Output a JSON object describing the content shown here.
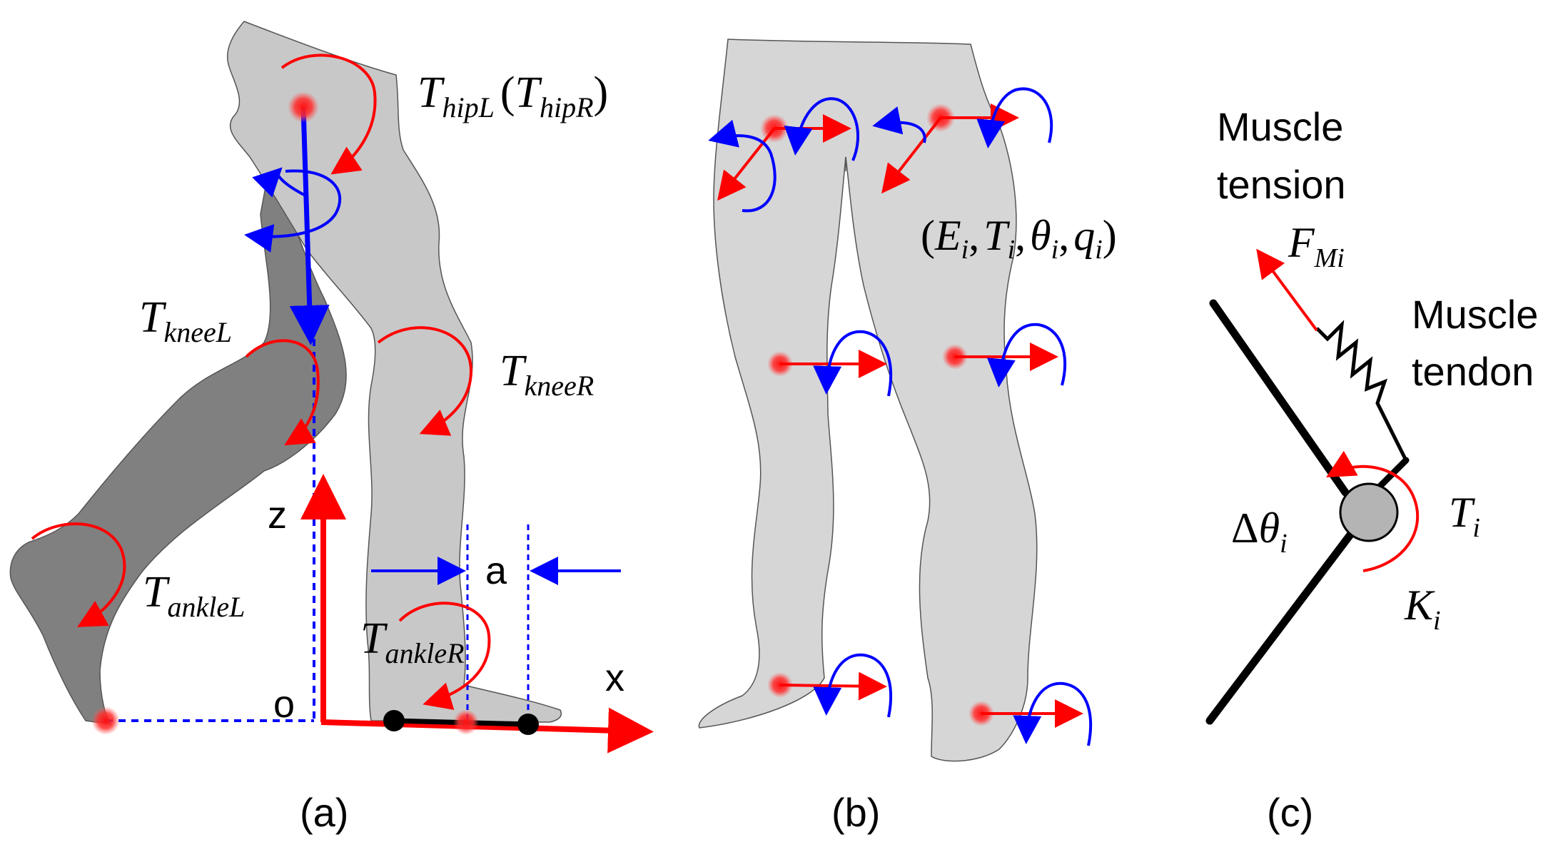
{
  "colors": {
    "red": "#ff0000",
    "blue": "#0000ff",
    "leg_light": "#c8c8c8",
    "leg_dark": "#808080",
    "leg_b": "#d6d6d6",
    "joint": "#ff2020",
    "black": "#000000",
    "ball": "#b4b4b4"
  },
  "panel_a": {
    "hip_label": {
      "t1": "T",
      "s1": "hipL",
      "open": "(",
      "t2": "T",
      "s2": "hipR",
      "close": ")"
    },
    "knee_l": {
      "t": "T",
      "s": "kneeL"
    },
    "knee_r": {
      "t": "T",
      "s": "kneeR"
    },
    "ankle_l": {
      "t": "T",
      "s": "ankleL"
    },
    "ankle_r": {
      "t": "T",
      "s": "ankleR"
    },
    "axis_z": "z",
    "axis_x": "x",
    "origin": "o",
    "dim_a": "a",
    "caption": "(a)"
  },
  "panel_b": {
    "state_label": "(E_i, T_i, θ_i, q_i)",
    "state": {
      "open": "(",
      "E": "E",
      "T": "T",
      "th": "θ",
      "q": "q",
      "sub": "i",
      "comma": ",",
      "close": ")"
    },
    "caption": "(b)"
  },
  "panel_c": {
    "muscle_tension_1": "Muscle",
    "muscle_tension_2": "tension",
    "muscle_tendon_1": "Muscle",
    "muscle_tendon_2": "tendon",
    "force": {
      "t": "F",
      "s": "Mi"
    },
    "delta": {
      "d": "Δ",
      "t": "θ",
      "s": "i"
    },
    "torque": {
      "t": "T",
      "s": "i"
    },
    "stiffness": {
      "t": "K",
      "s": "i"
    },
    "caption": "(c)"
  }
}
